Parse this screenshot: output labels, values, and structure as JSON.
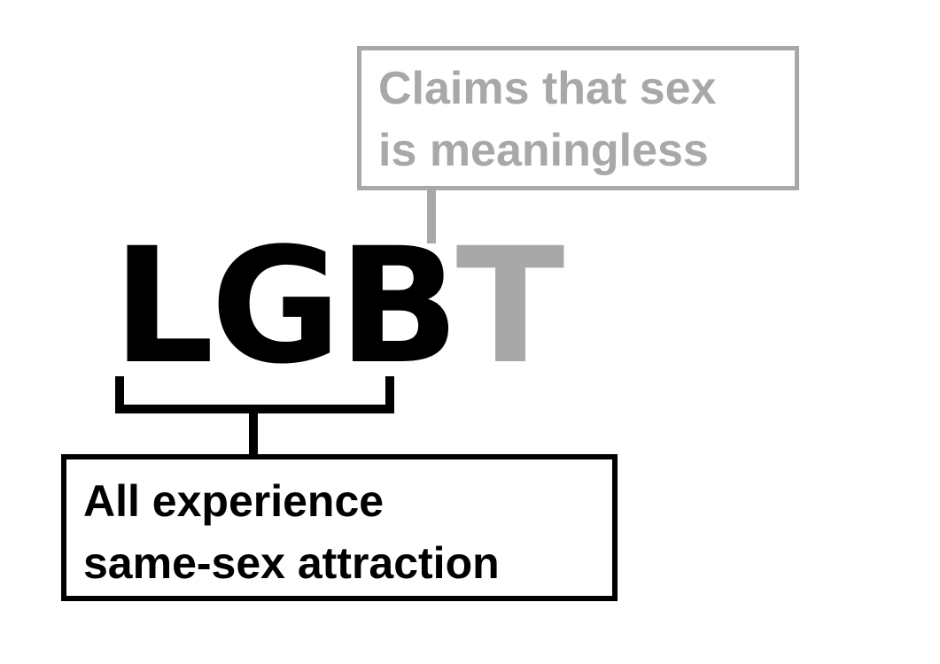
{
  "acronym": {
    "main": "LGB",
    "highlight": "T"
  },
  "top_box": {
    "line1": "Claims that sex",
    "line2": "is meaningless"
  },
  "bottom_box": {
    "line1": "All experience",
    "line2": "same-sex attraction"
  },
  "colors": {
    "primary": "#000000",
    "highlight": "#a8a8a8",
    "background": "#ffffff"
  }
}
